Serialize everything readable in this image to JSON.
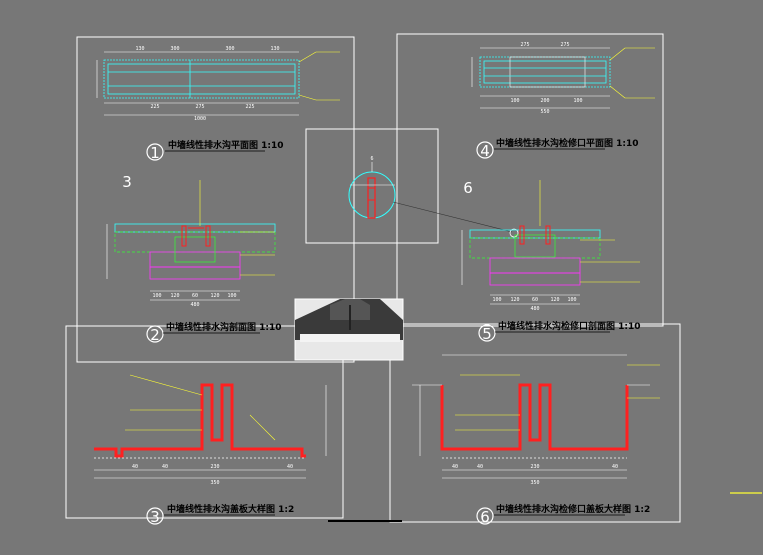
{
  "drawings": [
    {
      "num": "1",
      "title": "中墙线性排水沟平面图 1:10",
      "dims_top": [
        "130",
        "300",
        "300",
        "130"
      ],
      "dims_bottom": [
        "225",
        "275",
        "225"
      ],
      "total": "1000"
    },
    {
      "num": "2",
      "title": "中墙线性排水沟剖面图 1:10",
      "dims": [
        "100",
        "120",
        "60",
        "120",
        "100"
      ],
      "total": "480"
    },
    {
      "num": "3",
      "title": "中墙线性排水沟盖板大样图 1:2",
      "dims": [
        "40",
        "40",
        "230",
        "40"
      ],
      "total": "350"
    },
    {
      "num": "4",
      "title": "中墙线性排水沟检修口平面图 1:10",
      "dims_top": [
        "275",
        "275"
      ],
      "dims_bottom": [
        "100",
        "200",
        "100"
      ],
      "total": "550"
    },
    {
      "num": "5",
      "title": "中墙线性排水沟检修口剖面图 1:10",
      "dims": [
        "100",
        "120",
        "60",
        "120",
        "100"
      ],
      "total": "480"
    },
    {
      "num": "6",
      "title": "中墙线性排水沟检修口盖板大样图 1:2",
      "dims": [
        "40",
        "40",
        "230",
        "40"
      ],
      "total": "350"
    }
  ],
  "detail_marker": "6",
  "colors": {
    "background": "#777777",
    "frame": "#ffffff",
    "red": "#ff2020",
    "green": "#33ff33",
    "cyan": "#33ffff",
    "magenta": "#ff33ff",
    "yellow": "#ffff66"
  }
}
